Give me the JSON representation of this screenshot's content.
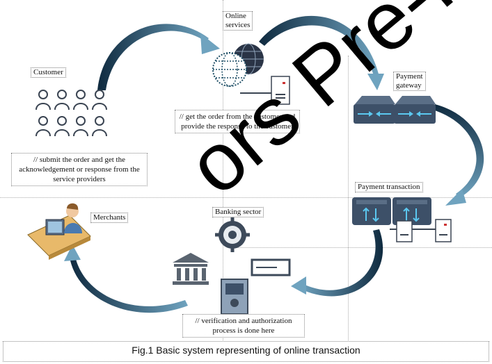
{
  "labels": {
    "online_services": "Online\nservices",
    "customer": "Customer",
    "payment_gateway": "Payment\ngateway",
    "payment_transaction": "Payment transaction",
    "merchants": "Merchants",
    "banking_sector": "Banking sector"
  },
  "notes": {
    "customer_note": "// submit the order and get the acknowledgement or response from the service providers",
    "services_note": "// get the order from the customer and provide the response to the customer",
    "banking_note": "// verification and authorization process is done here"
  },
  "caption": "Fig.1 Basic system representing of online transaction",
  "watermark": "ors Pre-Pro",
  "colors": {
    "arrow_dark": "#1b3a52",
    "arrow_light": "#6fa3bf",
    "server": "#3d5068",
    "outline": "#3a4452"
  }
}
